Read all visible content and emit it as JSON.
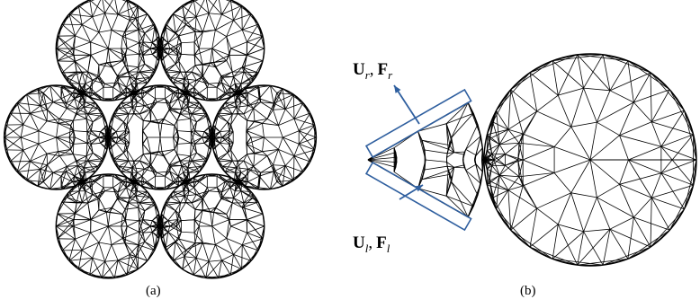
{
  "figure": {
    "panels": [
      {
        "caption": "(a)"
      },
      {
        "caption": "(b)"
      }
    ],
    "labels": {
      "upper": {
        "u": "U",
        "u_sub": "r",
        "sep": ",",
        "f": "F",
        "f_sub": "r"
      },
      "lower": {
        "u": "U",
        "l_sub": "l",
        "sep": ",",
        "f": "F",
        "fl_sub": "l"
      }
    },
    "colors": {
      "mesh": "#000000",
      "annotation": "#2f5f9f"
    }
  }
}
